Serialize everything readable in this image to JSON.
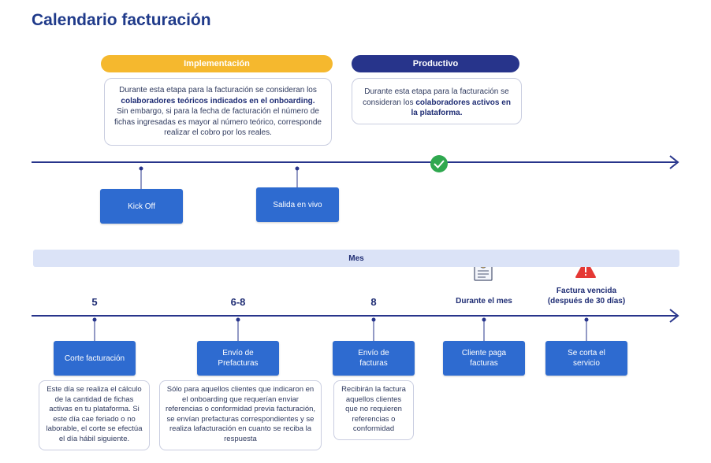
{
  "title": "Calendario facturación",
  "phases": {
    "implementacion": {
      "label": "Implementación",
      "note_line1": "Durante esta etapa para la facturación se consideran los",
      "note_bold": "colaboradores teóricos indicados en el onboarding.",
      "note_line3": "Sin embargo, si para la fecha de facturación el número de fichas ingresadas es mayor al número teórico, corresponde realizar el cobro por los reales."
    },
    "productivo": {
      "label": "Productivo",
      "note_line1": "Durante esta etapa para la facturación se consideran los",
      "note_bold": "colaboradores activos en la plataforma."
    }
  },
  "milestones": {
    "kickoff": "Kick Off",
    "salida": "Salida en vivo"
  },
  "month_bar": "Mes",
  "days": {
    "d5": "5",
    "d68": "6-8",
    "d8": "8",
    "durante": "Durante el mes",
    "vencida": "Factura vencida (después de 30 días)"
  },
  "steps": {
    "corte": "Corte facturación",
    "prefacturas": "Envío de Prefacturas",
    "facturas": "Envío de facturas",
    "cliente": "Cliente paga facturas",
    "servicio": "Se corta el servicio"
  },
  "descriptions": {
    "corte": "Este día se realiza el cálculo de la cantidad de fichas activas en tu plataforma. Si este día cae feriado o no laborable, el corte se efectúa el día hábil siguiente.",
    "prefacturas": "Sólo para aquellos clientes que indicaron en el onboarding que requerían enviar referencias o conformidad previa facturación, se envían prefacturas correspondientes y se realiza lafacturación en cuanto se reciba la respuesta",
    "facturas": "Recibirán la factura aquellos clientes que no requieren referencias o conformidad"
  },
  "colors": {
    "accent_navy": "#1f2d74",
    "implementacion": "#f5b82e",
    "productivo": "#27348b",
    "box_blue": "#2e6bd0",
    "check_green": "#2fa84f",
    "warning_red": "#e53935"
  }
}
